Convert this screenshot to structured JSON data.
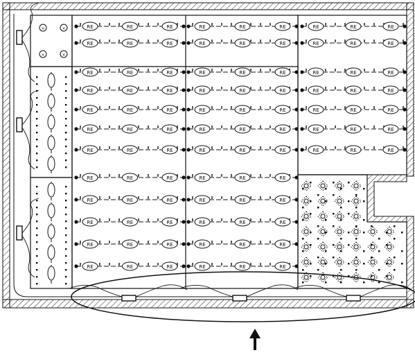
{
  "drawing": {
    "colors": {
      "line": "#111111",
      "background": "#ffffff",
      "hatch": "#222222"
    },
    "rooms": [
      {
        "name": "upper-left-panel-area"
      },
      {
        "name": "left-column-area"
      },
      {
        "name": "main-grid-area"
      },
      {
        "name": "right-grid-area"
      },
      {
        "name": "lower-right-diamond-grid-area"
      }
    ],
    "callout": {
      "shape": "ellipse",
      "arrow_direction": "up"
    },
    "symbols": {
      "fixture": "RE",
      "junction": "dot"
    }
  }
}
